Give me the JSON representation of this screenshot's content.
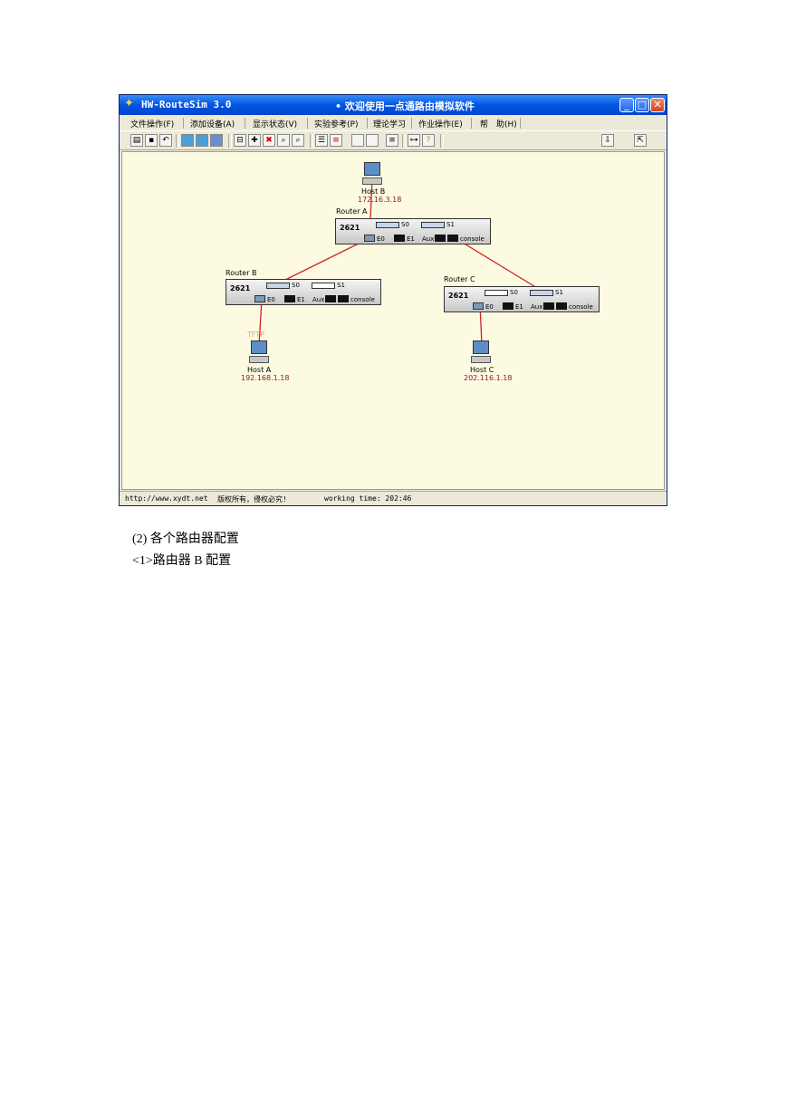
{
  "window": {
    "app_name": "HW-RouteSim 3.0",
    "title": "• 欢迎使用一点通路由模拟软件"
  },
  "menu": [
    "文件操作(F)",
    "添加设备(A)",
    "显示状态(V)",
    "实验参考(P)",
    "理论学习",
    "作业操作(E)",
    "帮　助(H)"
  ],
  "toolbar_icons": [
    "open-icon",
    "save-icon",
    "undo-icon",
    "router-icon",
    "switch-icon",
    "host-icon",
    "link-icon",
    "add-icon",
    "delete-icon",
    "zoom-in-icon",
    "zoom-out-icon",
    "list-icon",
    "config-icon",
    "blank",
    "blank",
    "text-icon",
    "cable-icon",
    "help-icon",
    "download-icon",
    "exit-icon"
  ],
  "topology": {
    "host_b": {
      "name": "Host B",
      "ip": "172.16.3.18"
    },
    "host_a": {
      "name": "Host A",
      "ip": "192.168.1.18",
      "tag": "TFTP"
    },
    "host_c": {
      "name": "Host C",
      "ip": "202.116.1.18"
    },
    "router_a": {
      "name": "Router A",
      "model": "2621",
      "ports": {
        "s0": "S0",
        "s1": "S1",
        "e0": "E0",
        "e1": "E1",
        "aux": "Aux",
        "console": "console"
      }
    },
    "router_b": {
      "name": "Router  B",
      "model": "2621",
      "ports": {
        "s0": "S0",
        "s1": "S1",
        "e0": "E0",
        "e1": "E1",
        "aux": "Aux",
        "console": "console"
      }
    },
    "router_c": {
      "name": "Router  C",
      "model": "2621",
      "ports": {
        "s0": "S0",
        "s1": "S1",
        "e0": "E0",
        "e1": "E1",
        "aux": "Aux",
        "console": "console"
      }
    },
    "link_color": "#d42020"
  },
  "statusbar": {
    "url": "http://www.xydt.net",
    "copyright": "版权所有，侵权必究!",
    "working_time": "working time: 202:46"
  },
  "doc": {
    "line1": "(2)  各个路由器配置",
    "line2": "<1>路由器 B 配置"
  }
}
